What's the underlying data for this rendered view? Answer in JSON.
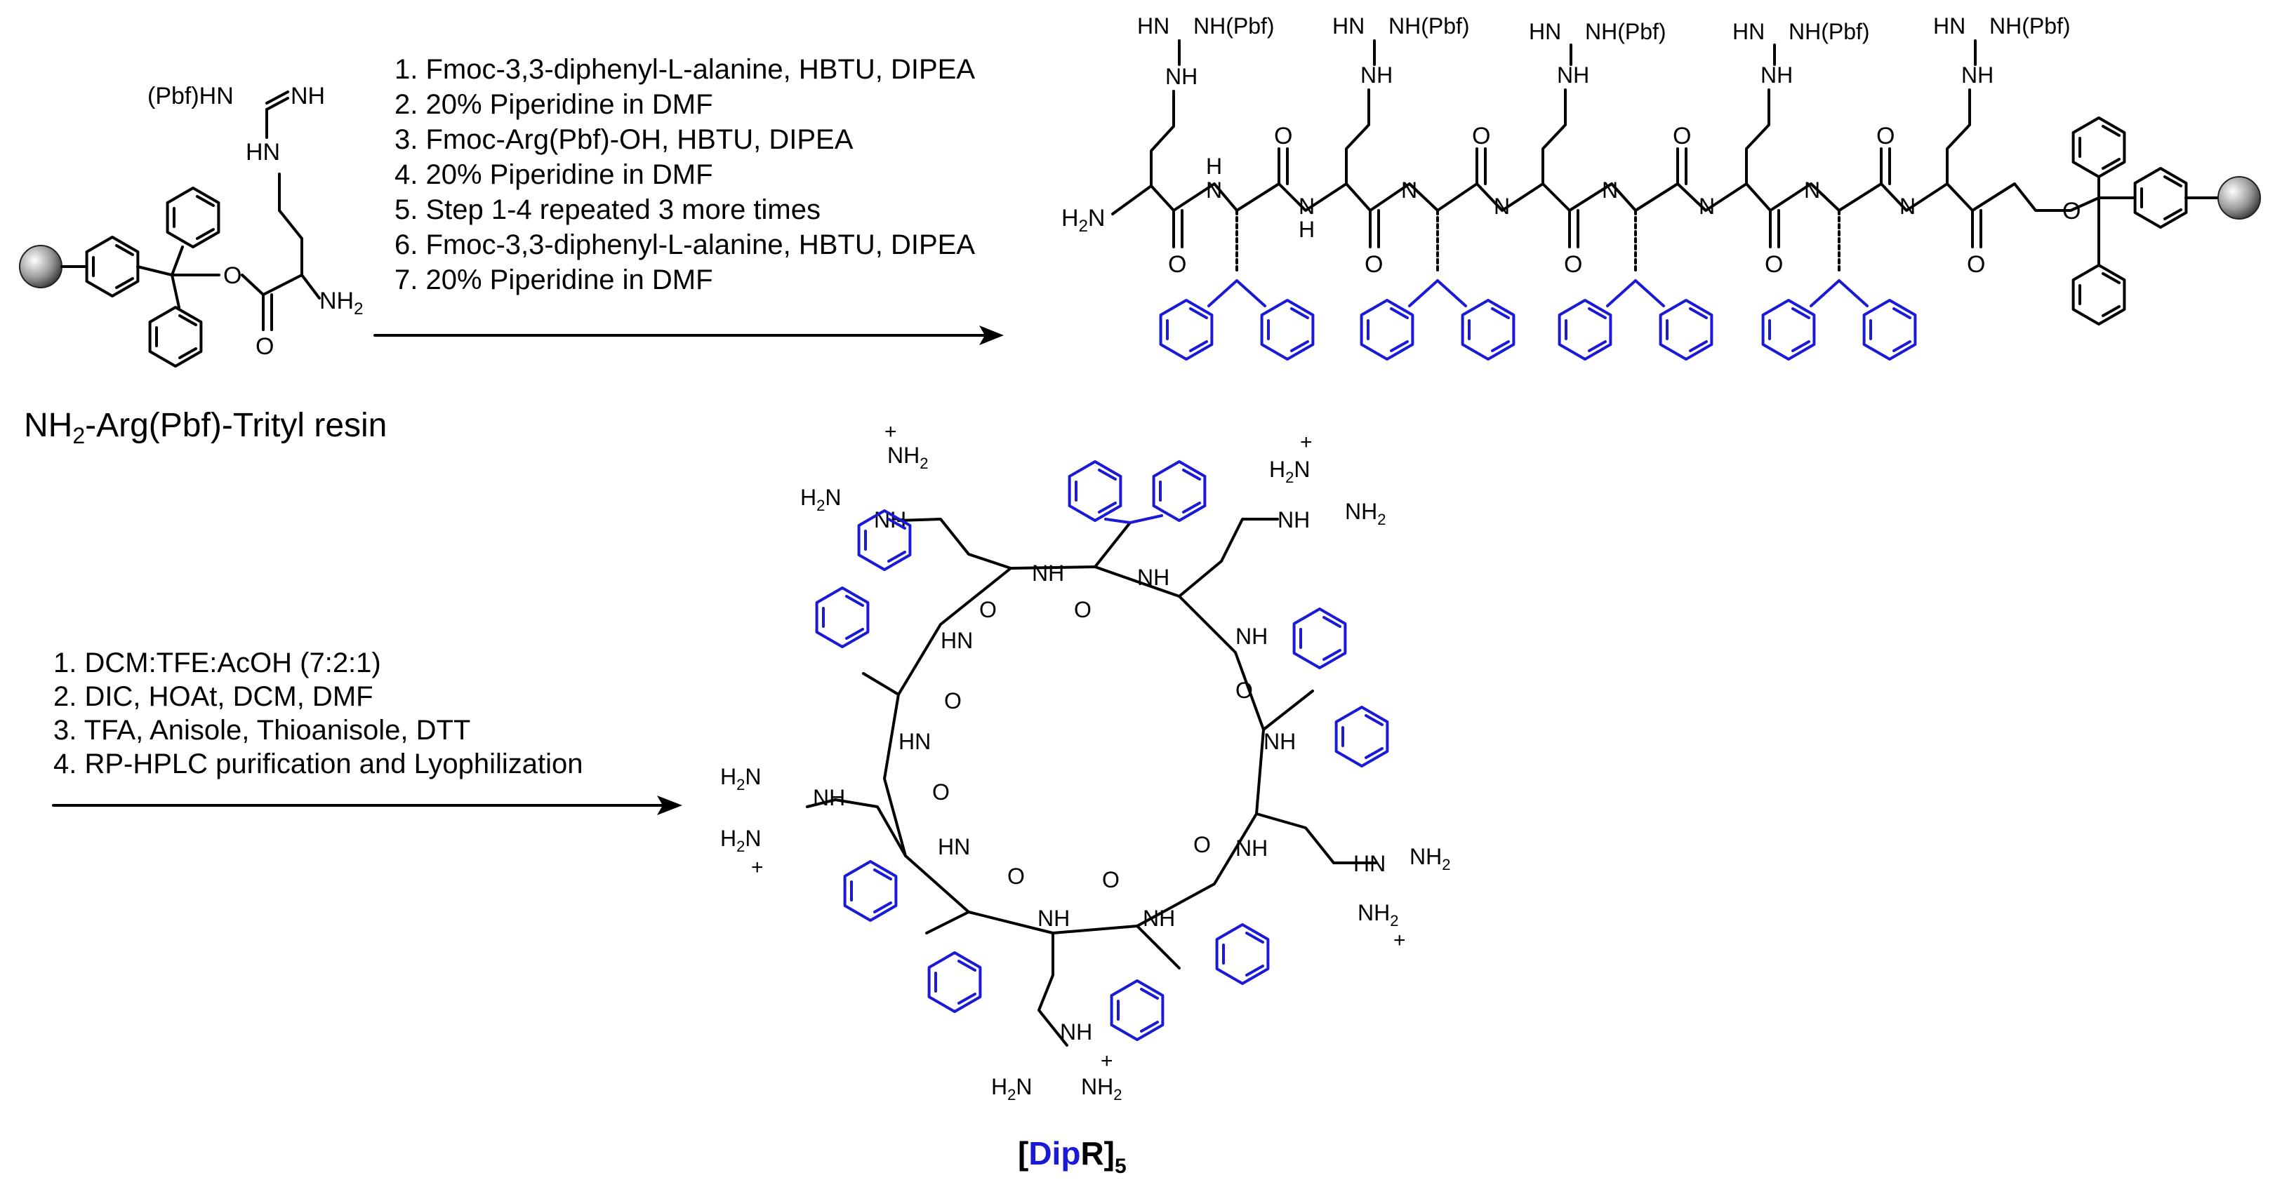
{
  "reaction1": {
    "starting_material": {
      "label_main": "NH",
      "label_sub": "2",
      "label_rest": "-Arg(Pbf)-Trityl resin",
      "atoms": {
        "pbf_hn": "(Pbf)HN",
        "imine": "NH",
        "hn": "HN",
        "ester_o": "O",
        "carbonyl_o": "O",
        "amine": "NH",
        "amine_sub": "2"
      }
    },
    "steps": [
      "1. Fmoc-3,3-diphenyl-L-alanine, HBTU, DIPEA",
      "2. 20% Piperidine in DMF",
      "3. Fmoc-Arg(Pbf)-OH, HBTU, DIPEA",
      "4. 20% Piperidine in DMF",
      "5. Step 1-4 repeated 3 more times",
      "6. Fmoc-3,3-diphenyl-L-alanine, HBTU, DIPEA",
      "7. 20% Piperidine in DMF"
    ],
    "product_atoms": {
      "guan_hn": "HN",
      "guan_nh_pbf": "NH(Pbf)",
      "nh": "NH",
      "n_h": "N",
      "h": "H",
      "o": "O",
      "h2n": "H",
      "h2n_sub": "2",
      "h2n_n": "N"
    }
  },
  "reaction2": {
    "steps": [
      "1. DCM:TFE:AcOH (7:2:1)",
      "2. DIC, HOAt, DCM, DMF",
      "3. TFA, Anisole, Thioanisole, DTT",
      "4. RP-HPLC purification and Lyophilization"
    ],
    "product_atoms": {
      "nh": "NH",
      "hn": "HN",
      "n": "N",
      "h": "H",
      "o": "O",
      "nh2": "NH",
      "h2n": "H",
      "n_sub": "N",
      "sub2": "2",
      "plus": "+"
    },
    "product_label": {
      "open": "[",
      "dip": "Dip",
      "r": "R",
      "close": "]",
      "sub": "5"
    }
  },
  "colors": {
    "ink": "#000000",
    "diphenyl_blue": "#1a1ad6",
    "resin_gray": "#9a9a9a"
  }
}
